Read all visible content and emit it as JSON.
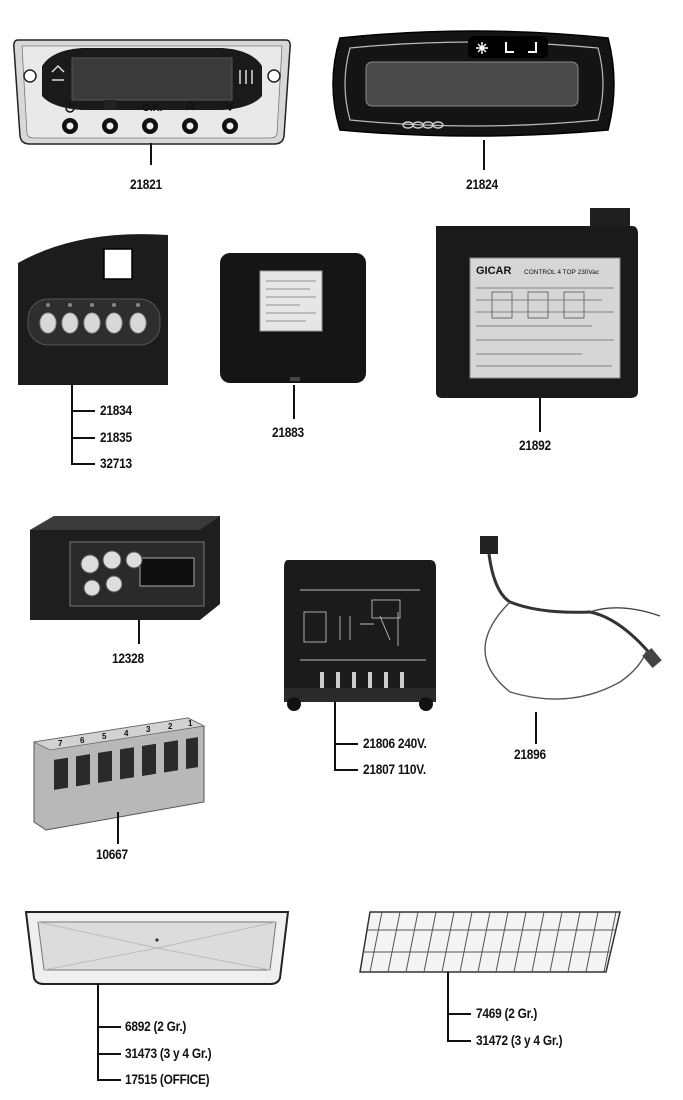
{
  "panels": {
    "p21821": {
      "display_button_labels": [
        "O.K."
      ],
      "codes": [
        "21821"
      ]
    },
    "p21824": {
      "codes": [
        "21824"
      ]
    },
    "p21834": {
      "codes": [
        "21834",
        "21835",
        "32713"
      ]
    },
    "p21883": {
      "codes": [
        "21883"
      ]
    },
    "p21892": {
      "brand": "GICAR",
      "model": "CONTROL 4 TOP 230Vac",
      "codes": [
        "21892"
      ]
    },
    "p12328": {
      "codes": [
        "12328"
      ]
    },
    "p21806": {
      "codes": [
        "21806 240V.",
        "21807 110V."
      ]
    },
    "p21896": {
      "codes": [
        "21896"
      ]
    },
    "p10667": {
      "terminal_numbers": [
        "7",
        "6",
        "5",
        "4",
        "3",
        "2",
        "1"
      ],
      "codes": [
        "10667"
      ]
    },
    "p6892": {
      "codes": [
        "6892  (2 Gr.)",
        "31473 (3 y 4 Gr.)",
        "17515 (OFFICE)"
      ]
    },
    "p7469": {
      "codes": [
        "7469  (2 Gr.)",
        "31472 (3 y 4 Gr.)"
      ]
    }
  }
}
